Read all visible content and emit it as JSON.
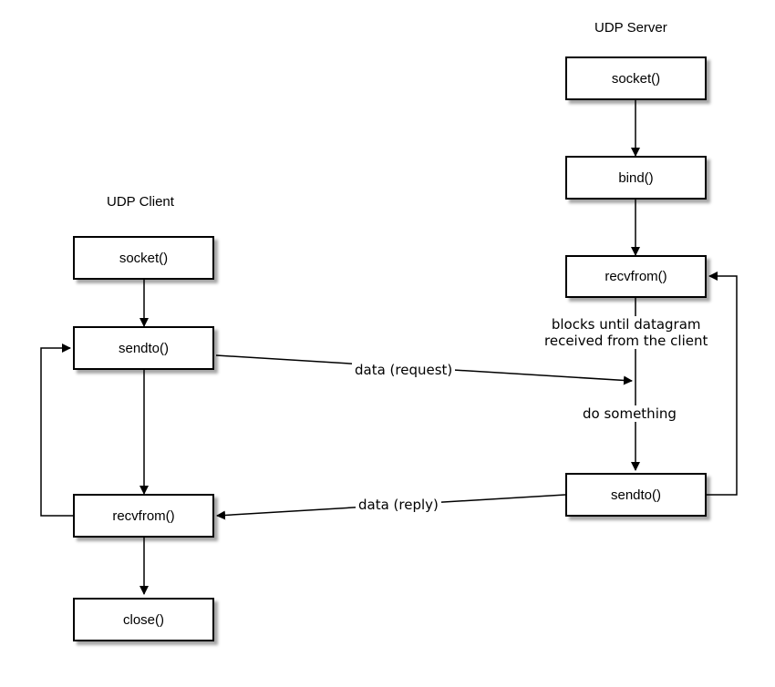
{
  "client": {
    "title": "UDP Client",
    "socket_label": "socket()",
    "sendto_label": "sendto()",
    "recvfrom_label": "recvfrom()",
    "close_label": "close()"
  },
  "server": {
    "title": "UDP Server",
    "socket_label": "socket()",
    "bind_label": "bind()",
    "recvfrom_label": "recvfrom()",
    "sendto_label": "sendto()",
    "block_note_line1": "blocks until datagram",
    "block_note_line2": "received from the client",
    "process_note": "do something"
  },
  "messages": {
    "request_label": "data (request)",
    "reply_label": "data (reply)"
  }
}
